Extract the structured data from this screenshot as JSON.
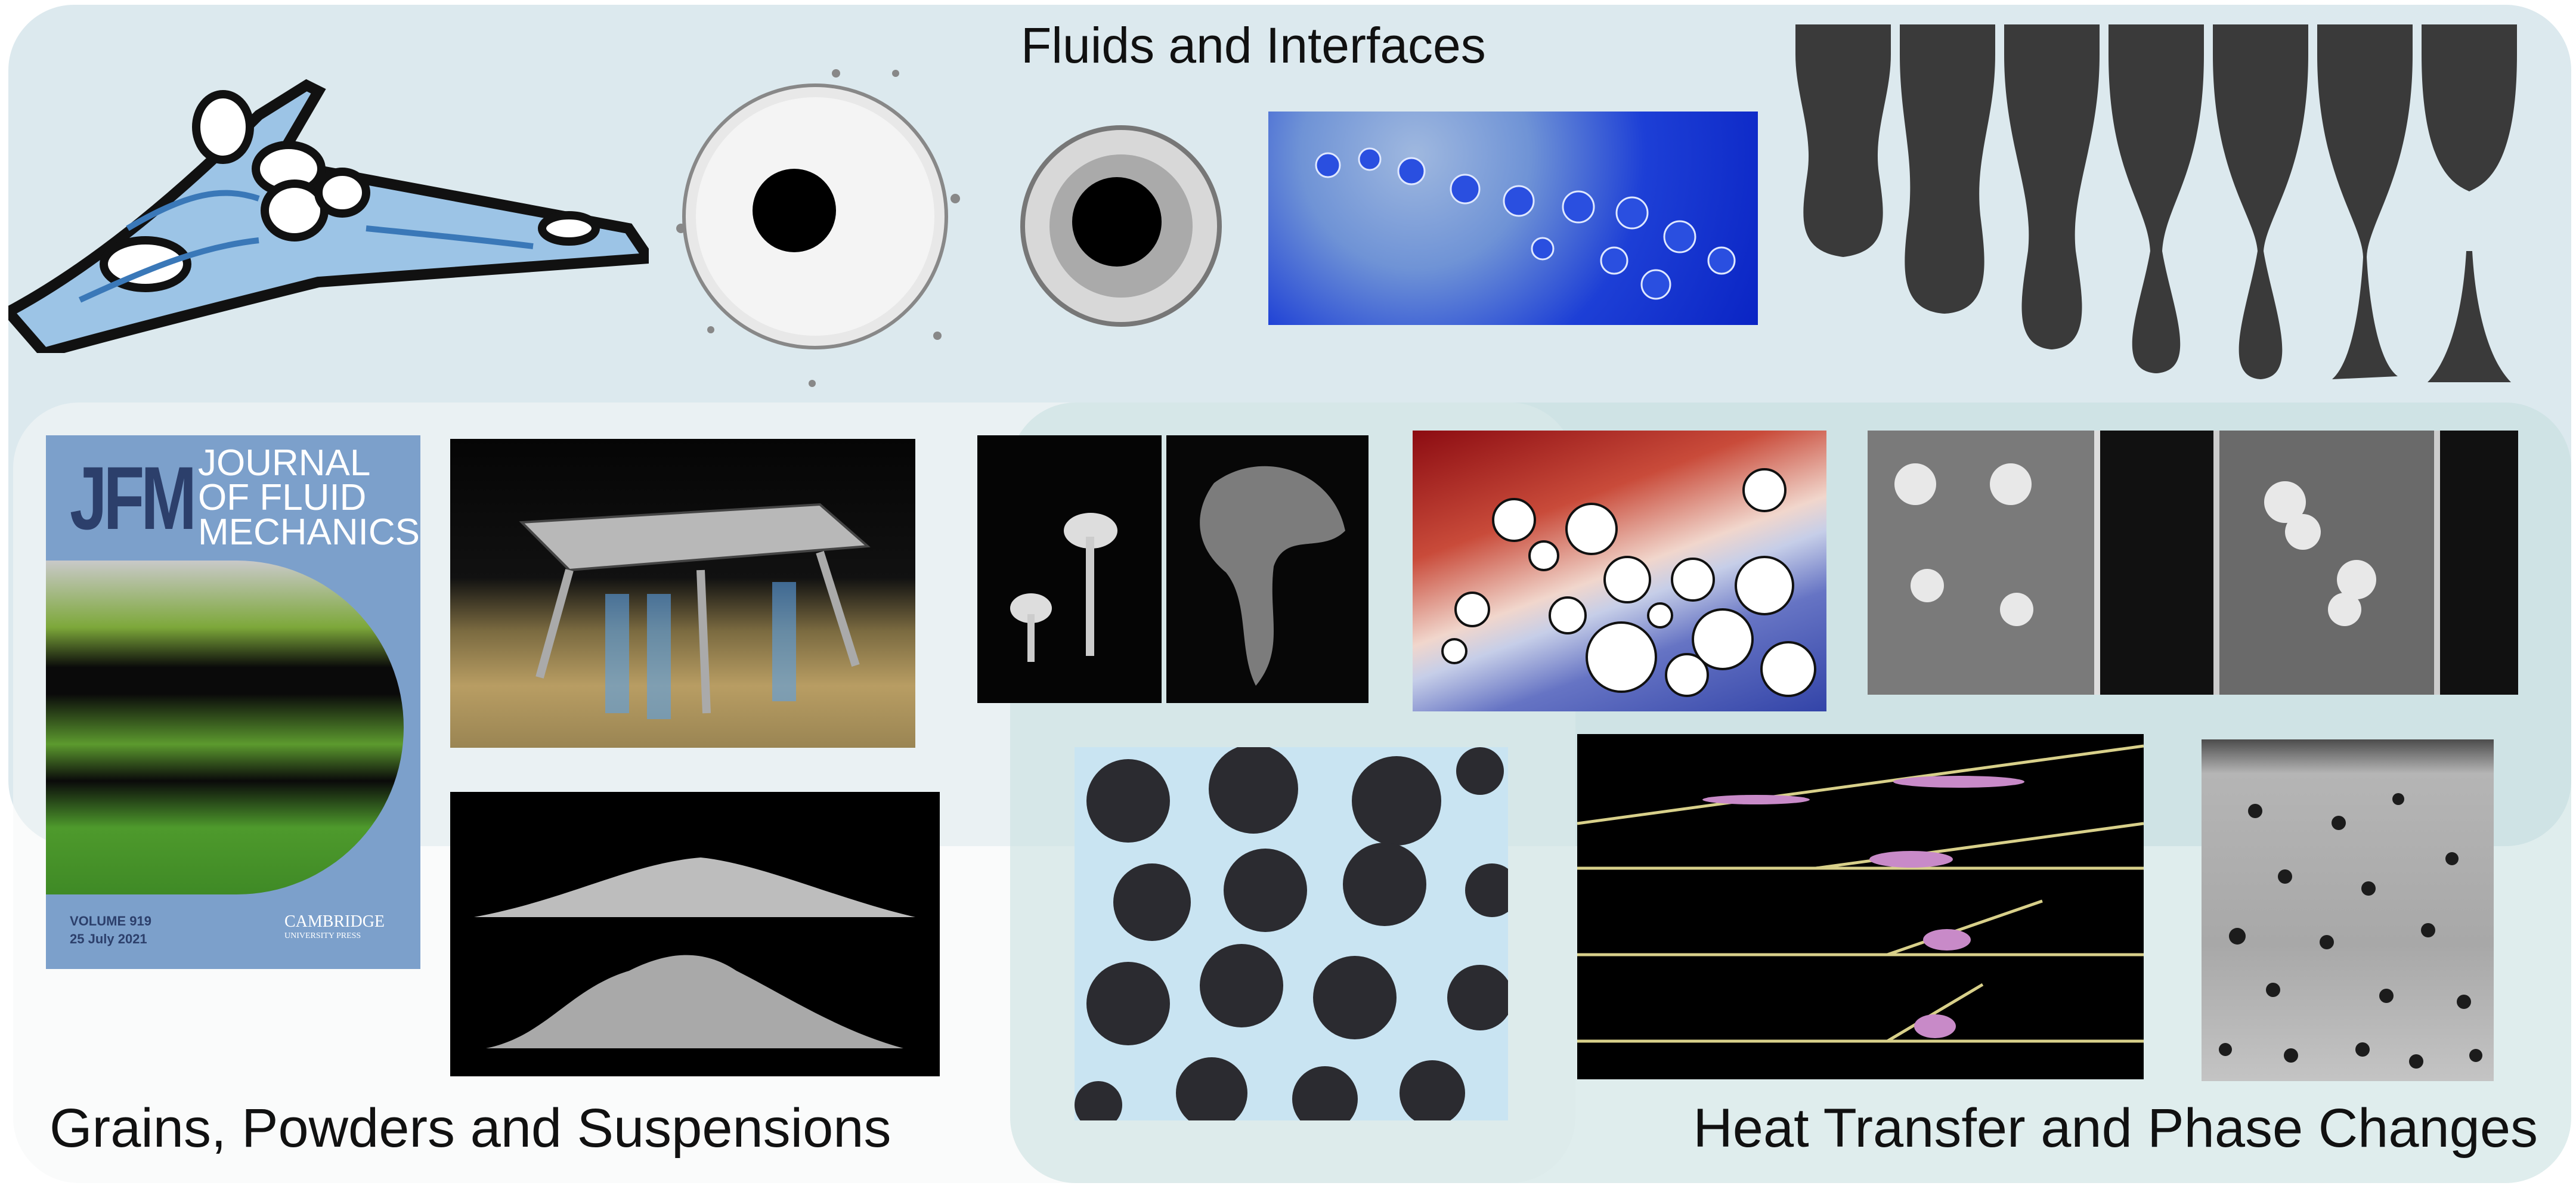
{
  "sections": {
    "fluids": "Fluids and Interfaces",
    "grains": "Grains, Powders and Suspensions",
    "heat": "Heat Transfer and Phase Changes"
  },
  "journal_cover": {
    "logo": "JFM",
    "title_line1": "JOURNAL",
    "title_line2": "OF FLUID",
    "title_line3": "MECHANICS",
    "volume": "VOLUME 919",
    "date": "25 July 2021",
    "publisher_line1": "CAMBRIDGE",
    "publisher_line2": "UNIVERSITY PRESS",
    "background_color": "#7ca0cb",
    "logo_color": "#2c3f6b"
  },
  "colors": {
    "top_panel": "#dce9ee",
    "grains_panel": "#eef3f3",
    "heat_panel": "#d5e6e6"
  }
}
